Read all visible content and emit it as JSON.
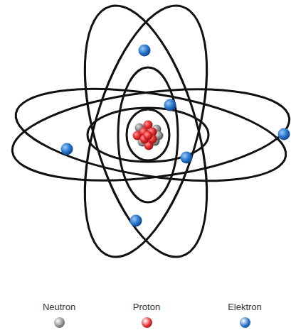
{
  "diagram": {
    "legend": [
      {
        "text": "Neutron",
        "color": "#8a8a8a"
      },
      {
        "text": "Proton",
        "color": "#e0282a"
      },
      {
        "text": "Elektron",
        "color": "#1f6fc6"
      }
    ]
  }
}
